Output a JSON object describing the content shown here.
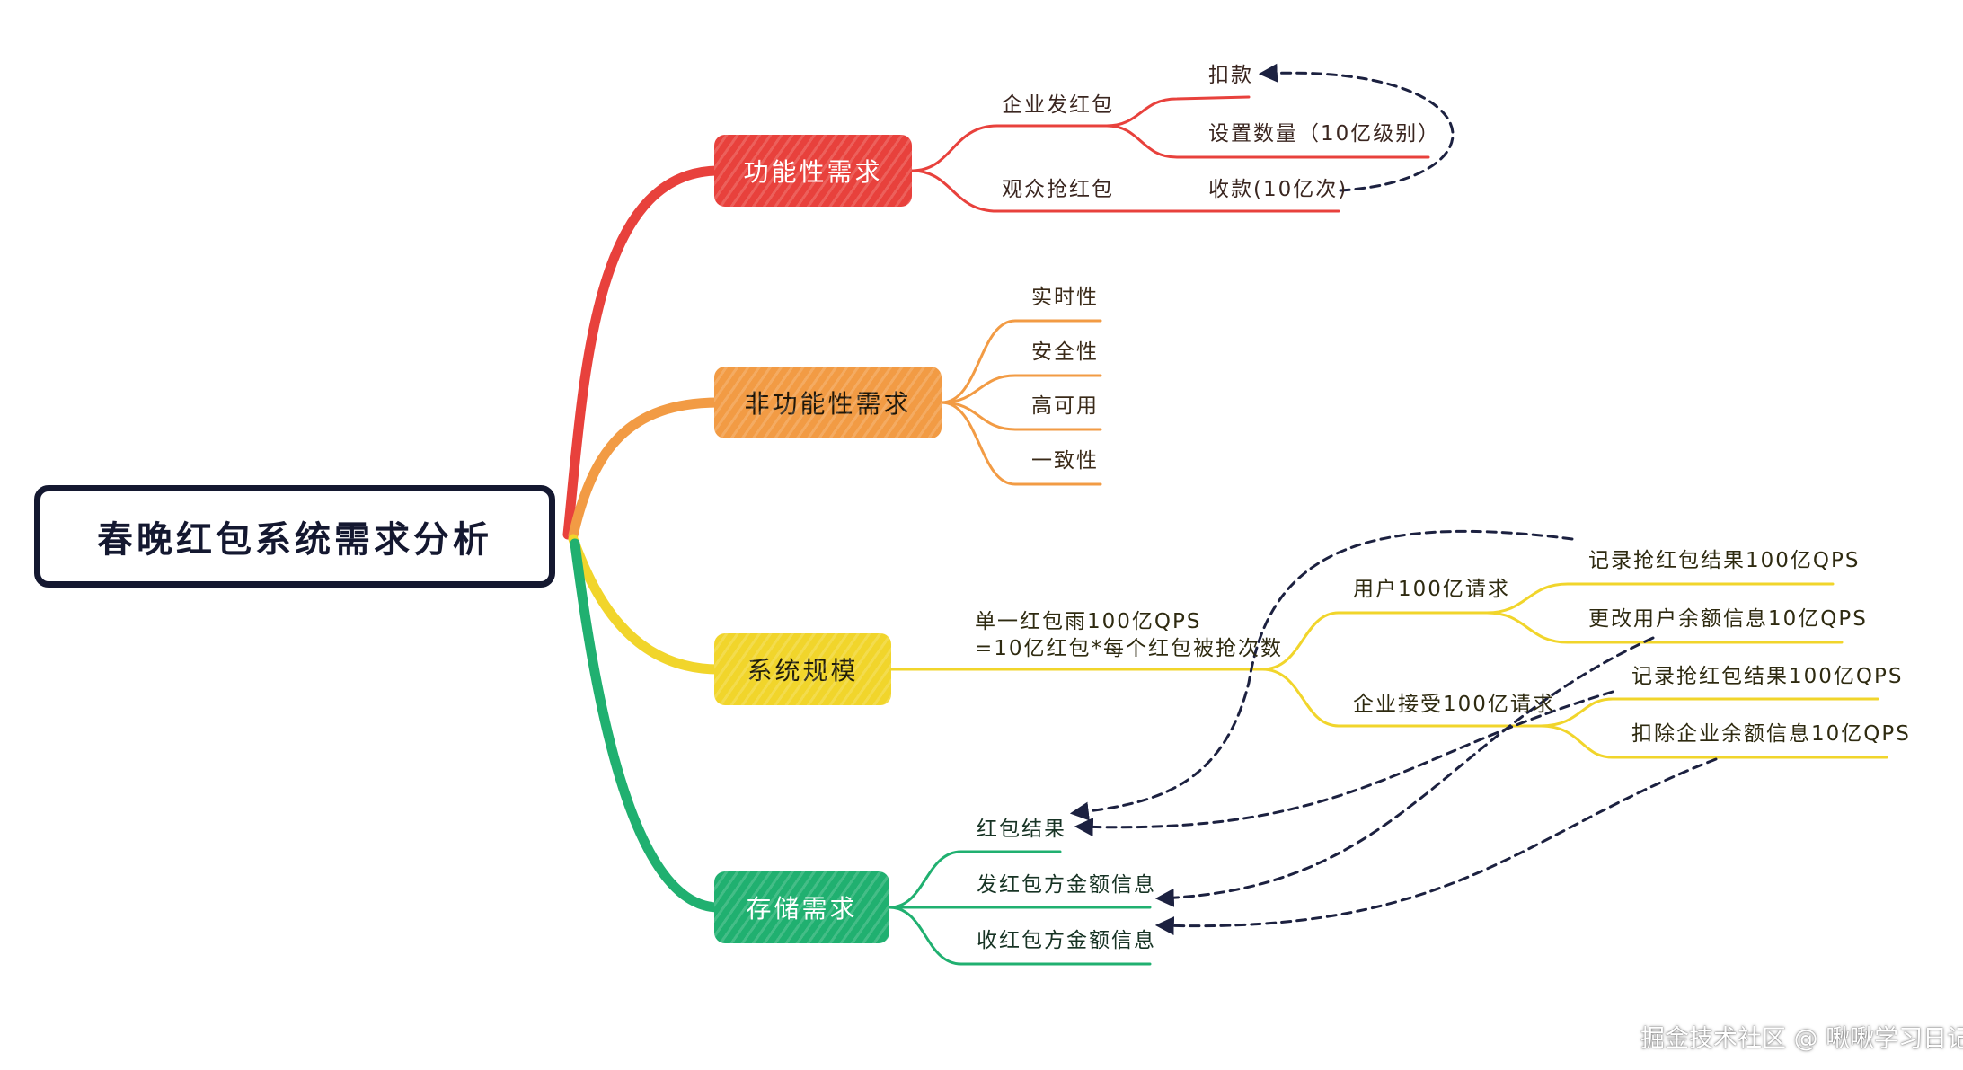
{
  "title": "春晚红包系统需求分析",
  "branches": {
    "functional": {
      "label": "功能性需求",
      "color": "#e8413c",
      "children": {
        "enterprise": {
          "label": "企业发红包",
          "items": [
            "扣款",
            "设置数量（10亿级别）"
          ]
        },
        "audience": {
          "label": "观众抢红包",
          "items": [
            "收款(10亿次)"
          ]
        }
      }
    },
    "nonfunctional": {
      "label": "非功能性需求",
      "color": "#f29b44",
      "items": [
        "实时性",
        "安全性",
        "高可用",
        "一致性"
      ]
    },
    "scale": {
      "label": "系统规模",
      "color": "#f1d52b",
      "summary_line1": "单一红包雨100亿QPS",
      "summary_line2": "=10亿红包*每个红包被抢次数",
      "user_req": {
        "label": "用户100亿请求",
        "items": [
          "记录抢红包结果100亿QPS",
          "更改用户余额信息10亿QPS"
        ]
      },
      "enterprise_req": {
        "label": "企业接受100亿请求",
        "items": [
          "记录抢红包结果100亿QPS",
          "扣除企业余额信息10亿QPS"
        ]
      }
    },
    "storage": {
      "label": "存储需求",
      "color": "#20b070",
      "items": [
        "红包结果",
        "发红包方金额信息",
        "收红包方金额信息"
      ]
    }
  },
  "colors": {
    "root_border": "#141830",
    "dashed_arrow": "#1c2140"
  },
  "watermark": "掘金技术社区 @ 啾啾学习日记"
}
